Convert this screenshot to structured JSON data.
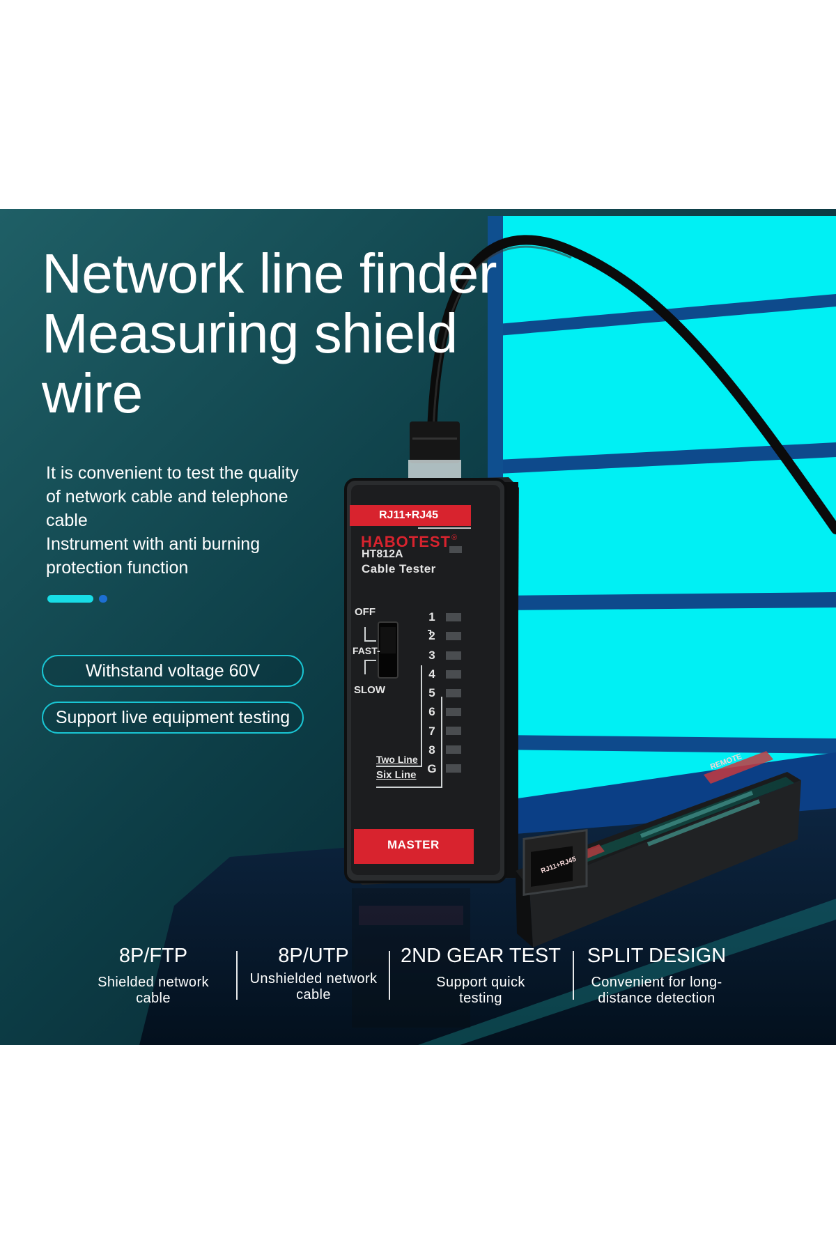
{
  "headline": [
    "Network line finder",
    "Measuring shield",
    "wire"
  ],
  "description": [
    "It is convenient to test the quality",
    "of network cable and telephone",
    "cable",
    "Instrument with anti burning",
    "protection function"
  ],
  "badges": [
    "Withstand voltage 60V",
    "Support live equipment testing"
  ],
  "device": {
    "port_label": "RJ11+RJ45",
    "brand": "HABOTEST",
    "registered_mark": "®",
    "model": "HT812A",
    "product_name": "Cable Tester",
    "switch_labels": [
      "OFF",
      "FAST-",
      "SLOW"
    ],
    "led_numbers": [
      "1",
      "2",
      "3",
      "4",
      "5",
      "6",
      "7",
      "8",
      "G"
    ],
    "mode_labels": [
      "Two Line",
      "Six Line"
    ],
    "bottom_label": "MASTER",
    "remote_label": "REMOTE",
    "remote_port_label": "RJ11+RJ45"
  },
  "features": [
    {
      "title": "8P/FTP",
      "desc": [
        "Shielded network",
        "cable"
      ]
    },
    {
      "title": "8P/UTP",
      "desc": [
        "Unshielded network",
        "cable"
      ]
    },
    {
      "title": "2ND GEAR TEST",
      "desc": [
        "Support quick",
        "testing"
      ]
    },
    {
      "title": "SPLIT DESIGN",
      "desc": [
        "Convenient for long-",
        "distance detection"
      ]
    }
  ],
  "colors": {
    "accent_cyan": "#18dde6",
    "window_cyan": "#00f0f4",
    "device_red": "#d8232e",
    "device_body": "#1d1e20",
    "dot_blue": "#1d6fd3"
  },
  "carousel": {
    "active_index": 0,
    "total": 2
  }
}
